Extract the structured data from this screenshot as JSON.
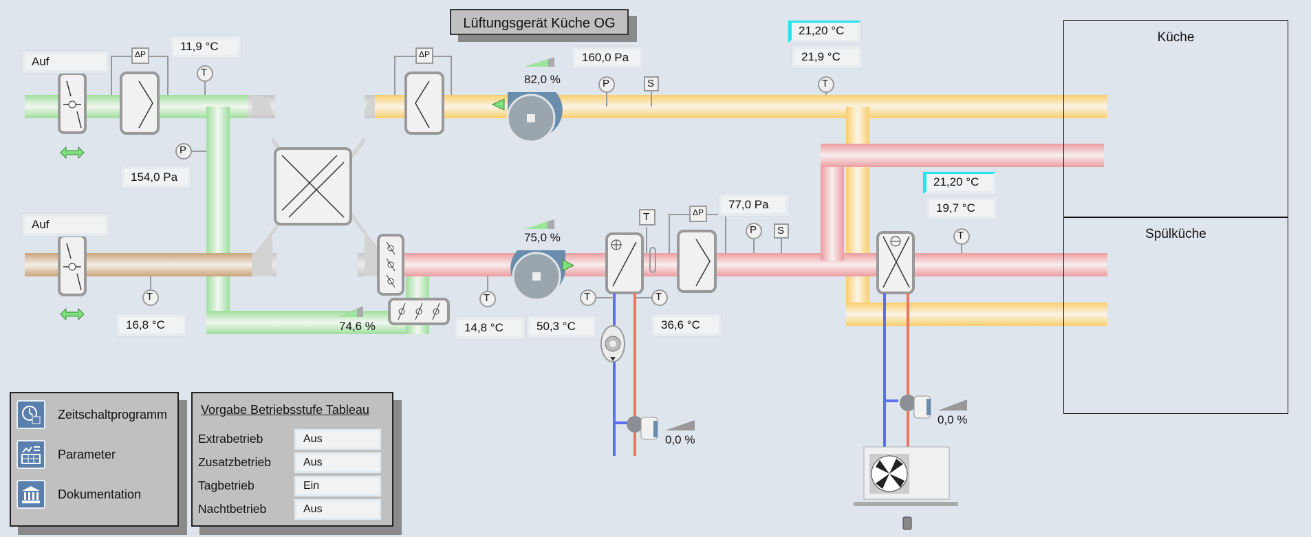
{
  "title": "Lüftungsgerät Küche OG",
  "rooms": [
    {
      "label": "Küche"
    },
    {
      "label": "Spülküche"
    }
  ],
  "outdoor_air": {
    "damper_status": "Auf",
    "temperature": "11,9 °C",
    "pressure": "154,0 Pa"
  },
  "exhaust_air": {
    "damper_status": "Auf",
    "temperature": "16,8 °C"
  },
  "bypass": {
    "position": "74,6 %"
  },
  "extract_fan": {
    "speed": "82,0 %",
    "pressure": "160,0 Pa"
  },
  "supply_fan": {
    "speed": "75,0 %"
  },
  "supply_air": {
    "temp_after_recovery": "14,8 °C",
    "heater_flow_temp": "50,3 °C",
    "heater_return_temp": "36,6 °C",
    "pressure": "77,0 Pa"
  },
  "kueche": {
    "setpoint": "21,20 °C",
    "actual": "21,9 °C"
  },
  "spuelkueche": {
    "setpoint": "21,20 °C",
    "actual": "19,7 °C"
  },
  "heating_valve": {
    "position": "0,0 %"
  },
  "cooling_valve": {
    "position": "0,0 %"
  },
  "sensor_labels": {
    "temp": "T",
    "pressure": "P",
    "dp": "ΔP",
    "smoke": "S"
  },
  "nav": [
    {
      "label": "Zeitschaltprogramm",
      "icon": "clock-calendar-icon"
    },
    {
      "label": "Parameter",
      "icon": "parameter-chart-icon"
    },
    {
      "label": "Dokumentation",
      "icon": "building-docs-icon"
    }
  ],
  "operation_mode": {
    "title": "Vorgabe Betriebsstufe Tableau",
    "rows": [
      {
        "label": "Extrabetrieb",
        "value": "Aus"
      },
      {
        "label": "Zusatzbetrieb",
        "value": "Aus"
      },
      {
        "label": "Tagbetrieb",
        "value": "Ein"
      },
      {
        "label": "Nachtbetrieb",
        "value": "Aus"
      }
    ]
  },
  "colors": {
    "outdoor_pipe": "#9ddf9c",
    "exhaust_pipe": "#c9a37a",
    "supply_pipe": "#f0a2a6",
    "extract_pipe": "#f8cf6c",
    "setpoint_highlight": "#22e6ee",
    "fan_body": "#6a8cad"
  }
}
